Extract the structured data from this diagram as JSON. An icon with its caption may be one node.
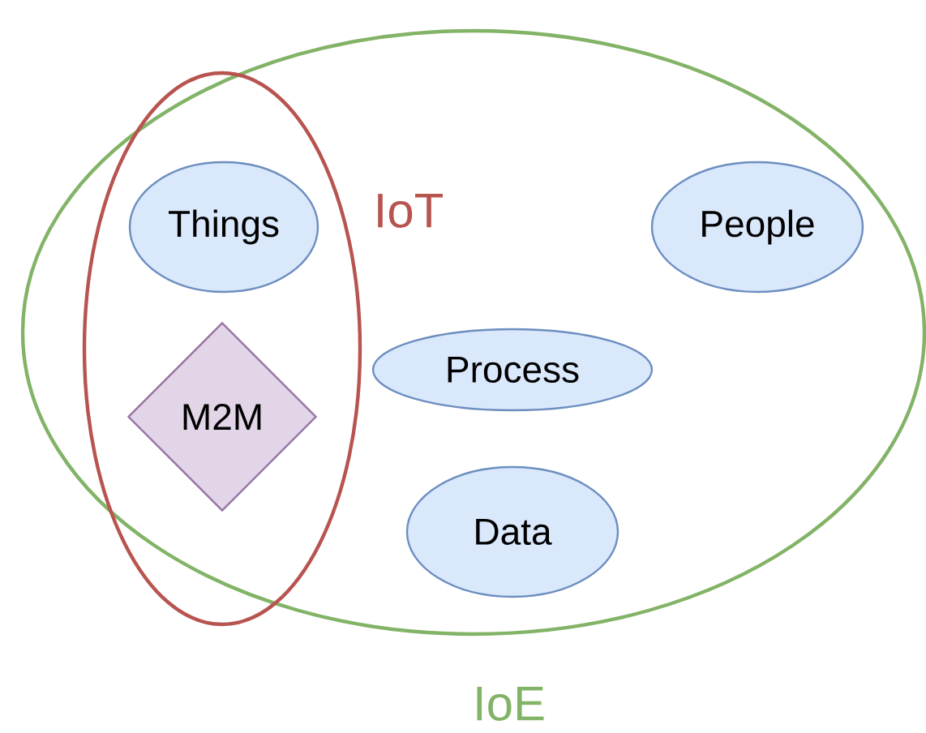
{
  "diagram": {
    "nodes": [
      {
        "text": [
          "IoE"
        ]
      },
      {
        "text": [
          "IoT"
        ],
        "in": 0
      },
      {
        "text": [
          "Things"
        ],
        "in": 1
      },
      {
        "text": [
          "M2M"
        ],
        "in": 1
      },
      {
        "text": [
          "People"
        ],
        "in": 0
      },
      {
        "text": [
          "Process"
        ],
        "in": 0
      },
      {
        "text": [
          "Data"
        ],
        "in": 0
      }
    ]
  }
}
